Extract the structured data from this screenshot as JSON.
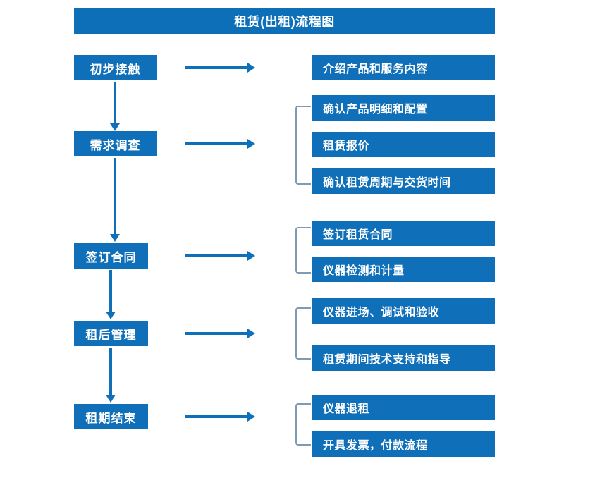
{
  "diagram": {
    "title": "租赁(出租)流程图",
    "colors": {
      "box_blue": "#0f6fb8",
      "title_blue": "#0d6fb8",
      "bracket_gray_blue": "#7d9bb5",
      "text_white": "#ffffff",
      "background": "#ffffff"
    },
    "stages": [
      {
        "label": "初步接触"
      },
      {
        "label": "需求调查"
      },
      {
        "label": "签订合同"
      },
      {
        "label": "租后管理"
      },
      {
        "label": "租期结束"
      }
    ],
    "details": [
      {
        "label": "介绍产品和服务内容"
      },
      {
        "label": "确认产品明细和配置"
      },
      {
        "label": "租赁报价"
      },
      {
        "label": "确认租赁周期与交货时间"
      },
      {
        "label": "签订租赁合同"
      },
      {
        "label": "仪器检测和计量"
      },
      {
        "label": "仪器进场、调试和验收"
      },
      {
        "label": "租赁期间技术支持和指导"
      },
      {
        "label": "仪器退租"
      },
      {
        "label": "开具发票，付款流程"
      }
    ]
  }
}
